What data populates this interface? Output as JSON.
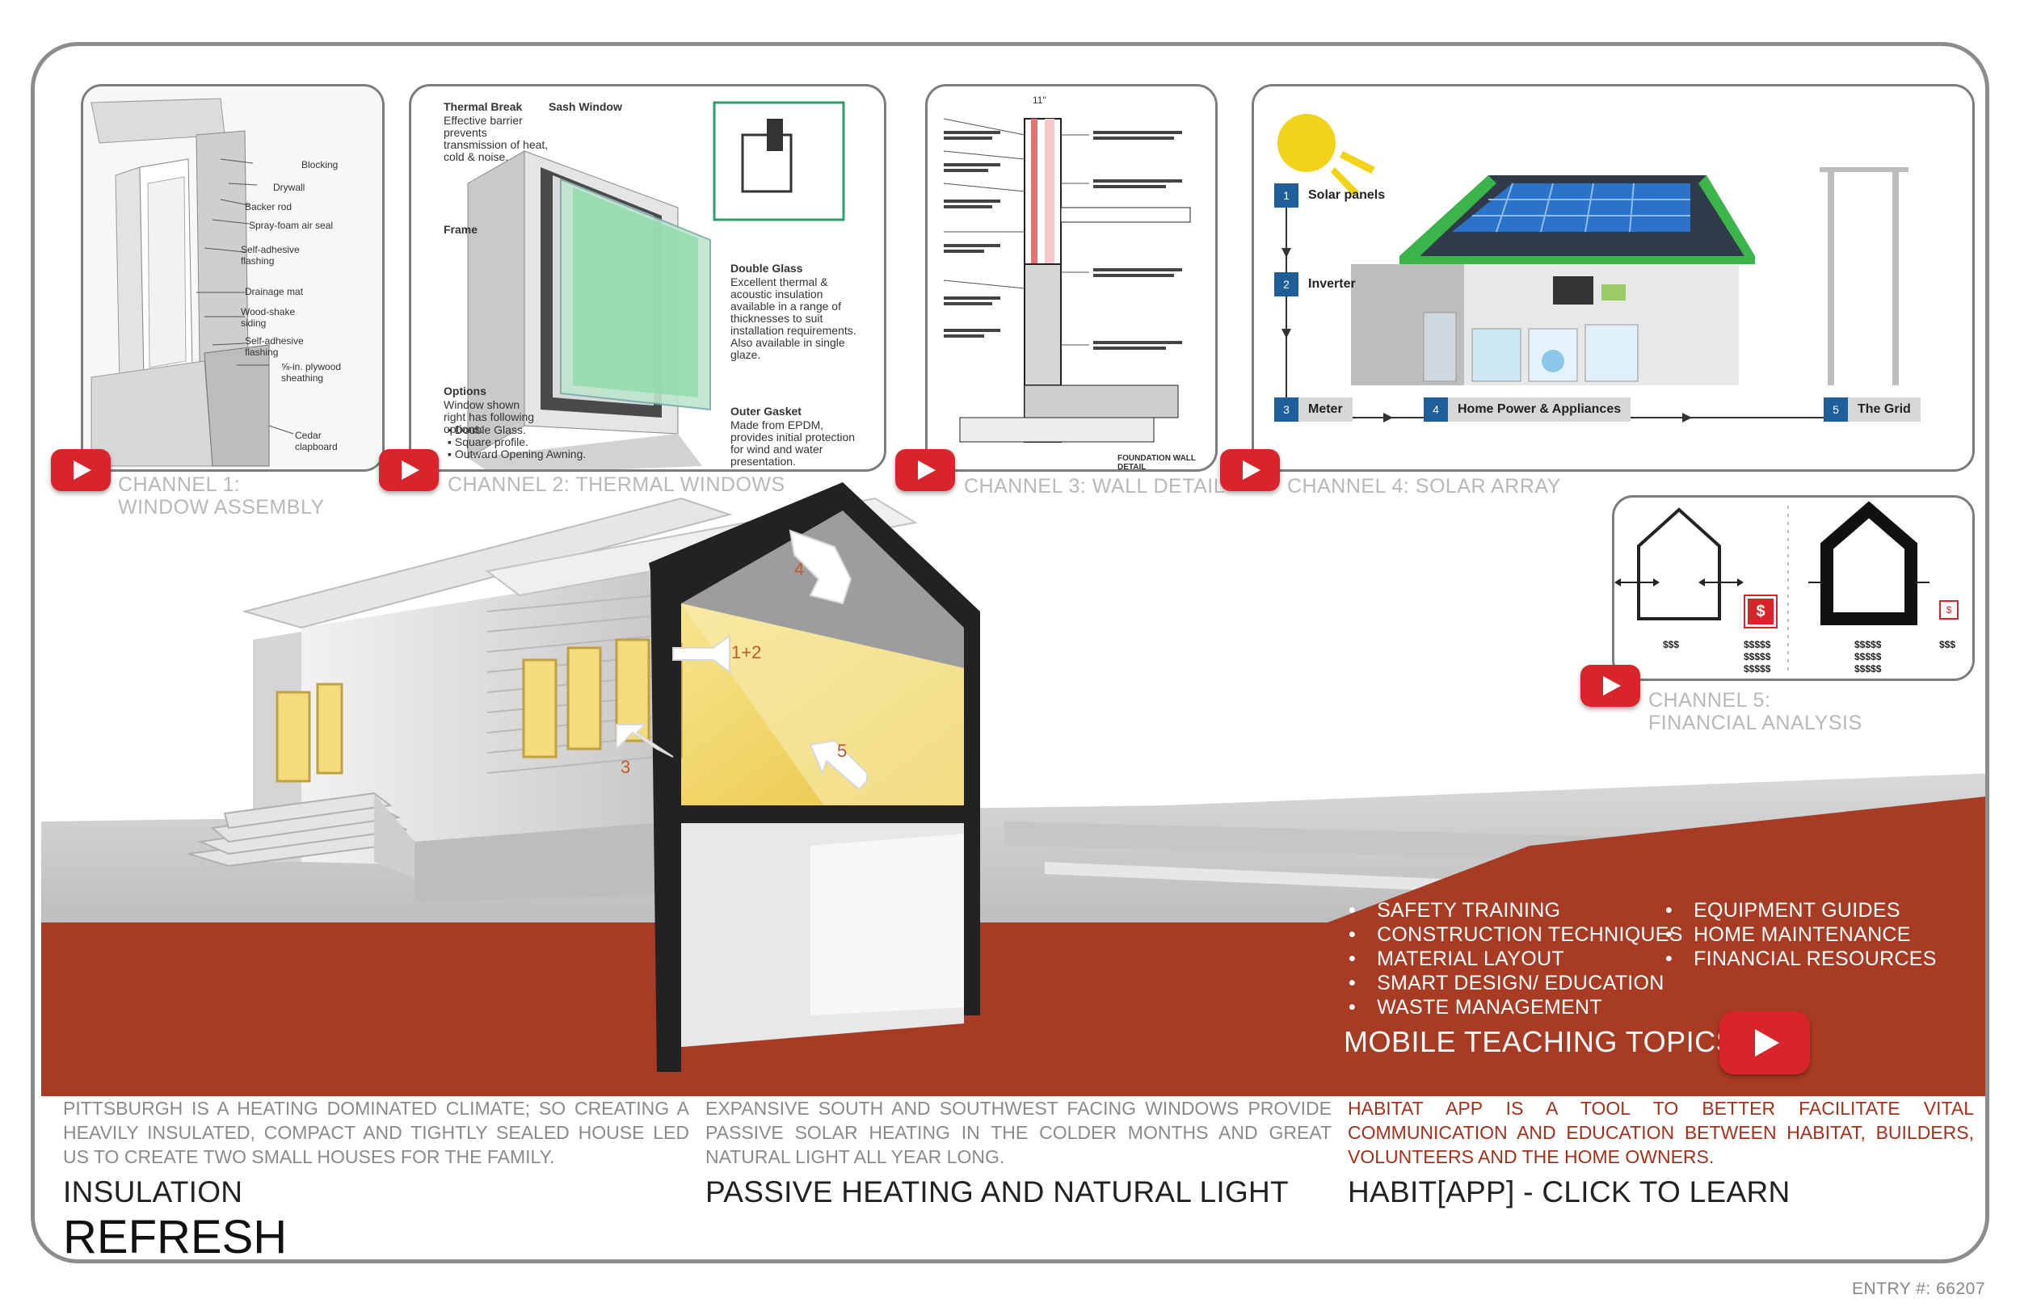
{
  "channels": [
    {
      "label_line1": "CHANNEL 1:",
      "label_line2": "WINDOW ASSEMBLY"
    },
    {
      "label_line1": "CHANNEL 2: THERMAL WINDOWS"
    },
    {
      "label_line1": "CHANNEL 3: WALL DETAIL"
    },
    {
      "label_line1": "CHANNEL 4: SOLAR ARRAY"
    },
    {
      "label_line1": "CHANNEL 5:",
      "label_line2": "FINANCIAL ANALYSIS"
    }
  ],
  "window_assembly": {
    "callouts": [
      "Blocking",
      "Drywall",
      "Backer rod",
      "Spray-foam air seal",
      "Self-adhesive flashing",
      "Drainage mat",
      "Wood-shake siding",
      "Self-adhesive flashing",
      "⅝-in. plywood sheathing",
      "Cedar clapboard"
    ]
  },
  "thermal_window": {
    "thermal_break_title": "Thermal Break",
    "thermal_break_text": "Effective barrier prevents transmission of heat, cold & noise.",
    "sash_title": "Sash Window",
    "frame_title": "Frame",
    "double_glass_title": "Double Glass",
    "double_glass_text": "Excellent thermal & acoustic insulation available in a range of thicknesses to suit installation requirements. Also available in single glaze.",
    "options_title": "Options",
    "options_text": "Window shown right has following options:",
    "options": [
      "Double Glass.",
      "Square profile.",
      "Outward Opening Awning."
    ],
    "gasket_title": "Outer Gasket",
    "gasket_text": "Made from EPDM, provides initial protection for wind and water presentation."
  },
  "wall_detail": {
    "title": "FOUNDATION WALL DETAIL",
    "dim": "11\""
  },
  "solar": {
    "steps": [
      {
        "num": "1",
        "label": "Solar panels"
      },
      {
        "num": "2",
        "label": "Inverter"
      },
      {
        "num": "3",
        "label": "Meter"
      },
      {
        "num": "4",
        "label": "Home Power & Appliances"
      },
      {
        "num": "5",
        "label": "The Grid"
      }
    ]
  },
  "financial": {
    "left_cost_a": "$$$",
    "left_cost_b": [
      "$$$$$",
      "$$$$$",
      "$$$$$"
    ],
    "right_cost_a": [
      "$$$$$",
      "$$$$$",
      "$$$$$"
    ],
    "right_cost_b": "$$$",
    "badge_big": "$",
    "badge_small": "$"
  },
  "section_markers": [
    "4",
    "1+2",
    "3",
    "5"
  ],
  "topics": {
    "col1": [
      "SAFETY TRAINING",
      "CONSTRUCTION TECHNIQUES",
      "MATERIAL LAYOUT",
      "SMART DESIGN/ EDUCATION",
      "WASTE MANAGEMENT"
    ],
    "col2": [
      "EQUIPMENT GUIDES",
      "HOME MAINTENANCE",
      "FINANCIAL RESOURCES"
    ],
    "title": "MOBILE TEACHING TOPICS"
  },
  "bottom": {
    "col1_text": "PITTSBURGH IS A HEATING DOMINATED CLIMATE; SO CREATING A HEAVILY INSULATED, COMPACT AND TIGHTLY SEALED HOUSE LED US TO CREATE TWO SMALL HOUSES FOR THE FAMILY.",
    "col1_heading": "INSULATION",
    "col1_title": "REFRESH",
    "col2_text": "EXPANSIVE SOUTH AND SOUTHWEST FACING WINDOWS PROVIDE PASSIVE SOLAR HEATING IN THE COLDER MONTHS AND GREAT NATURAL LIGHT ALL YEAR LONG.",
    "col2_heading": "PASSIVE HEATING AND NATURAL LIGHT",
    "col3_text": "HABITAT APP IS A TOOL TO BETTER FACILITATE VITAL COMMUNICATION AND EDUCATION BETWEEN HABITAT, BUILDERS, VOLUNTEERS AND THE HOME OWNERS.",
    "col3_heading": "HABIT[APP] - CLICK TO LEARN"
  },
  "entry": "ENTRY #: 66207",
  "colors": {
    "accent_red": "#a83b23",
    "youtube_red": "#d8252b",
    "solar_blue": "#1e5f9a",
    "highlight_text": "#a3301b",
    "window_yellow": "#f4dc7c"
  }
}
